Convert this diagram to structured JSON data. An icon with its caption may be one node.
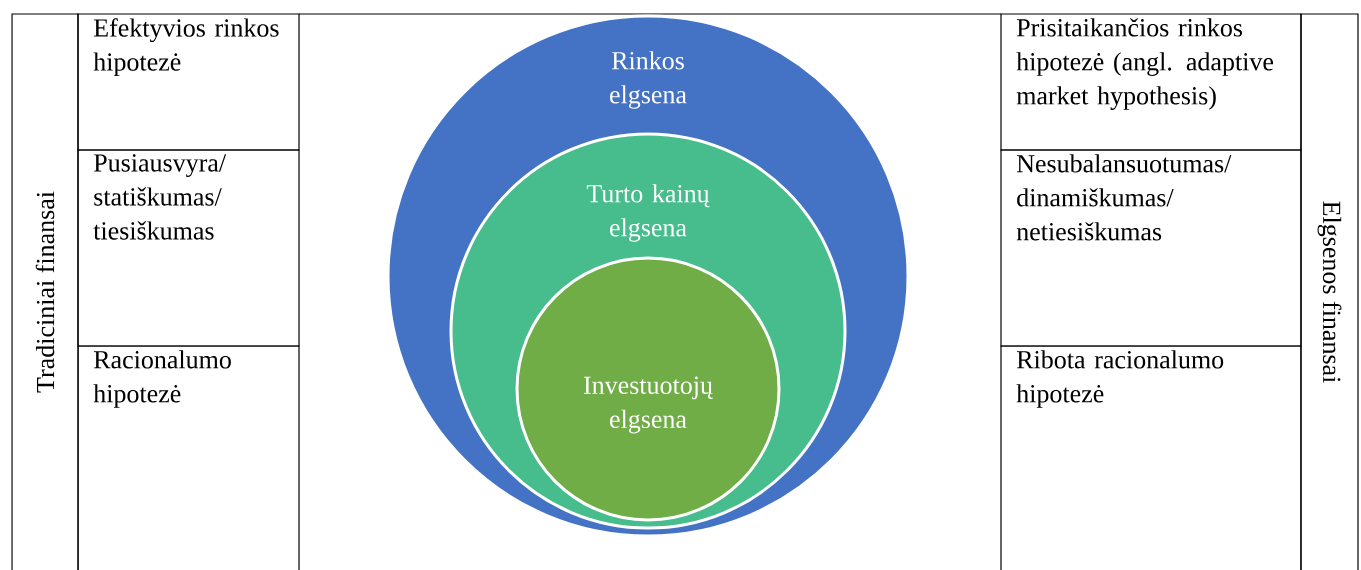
{
  "diagram": {
    "nodes": [
      {
        "text": [
          "Tradiciniai finansai"
        ]
      },
      {
        "text": [
          "Efektyvios rinkos hipotezė"
        ]
      },
      {
        "text": [
          "Pusiausvyra/ statiškumas/ tiesiškumas"
        ]
      },
      {
        "text": [
          "Racionalumo hipotezė"
        ]
      },
      {
        "text": [
          "Rinkos elgsena"
        ]
      },
      {
        "text": [
          "Turto kainų elgsena"
        ],
        "in": 4
      },
      {
        "text": [
          "Investuotojų elgsena"
        ],
        "in": 5
      },
      {
        "text": [
          "Prisitaikančios rinkos hipotezė (angl. adaptive market hypothesis)"
        ]
      },
      {
        "text": [
          "Nesubalansuotumas/ dinamiškumas/ netiesiškumas"
        ]
      },
      {
        "text": [
          "Ribota racionalumo hipotezė"
        ]
      },
      {
        "text": [
          "Elgsenos finansai"
        ]
      }
    ],
    "edges": []
  }
}
